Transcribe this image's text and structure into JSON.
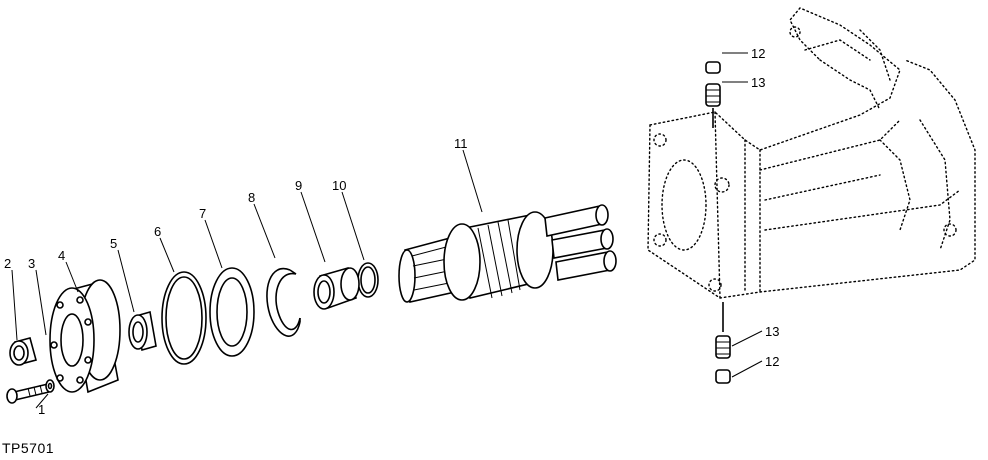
{
  "figure_id": "TP5701",
  "callouts": {
    "c1": "1",
    "c2": "2",
    "c3": "3",
    "c4": "4",
    "c5": "5",
    "c6": "6",
    "c7": "7",
    "c8": "8",
    "c9": "9",
    "c10": "10",
    "c11": "11",
    "c12_top": "12",
    "c13_top": "13",
    "c13_bottom": "13",
    "c12_bottom": "12"
  }
}
